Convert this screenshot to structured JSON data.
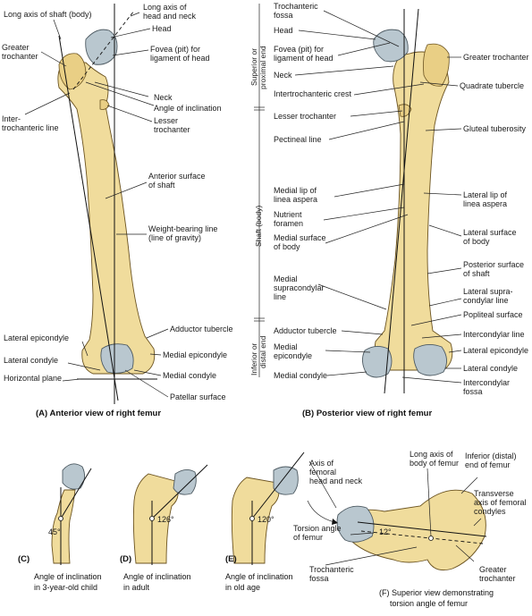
{
  "panels": {
    "A": {
      "caption": "(A) Anterior view of right femur"
    },
    "B": {
      "caption": "(B) Posterior view of right femur"
    },
    "C": {
      "caption_line1": "Angle of inclination",
      "caption_line2": "in 3-year-old child",
      "angle": "45°"
    },
    "D": {
      "caption_line1": "Angle of inclination",
      "caption_line2": "in adult",
      "angle": "126°"
    },
    "E": {
      "caption_line1": "Angle of inclination",
      "caption_line2": "in old age",
      "angle": "120°"
    },
    "F": {
      "caption_line1": "(F) Superior view demonstrating",
      "caption_line2": "torsion angle of femur",
      "angle": "12°"
    }
  },
  "labels_a": {
    "long_axis_shaft": "Long axis of shaft (body)",
    "long_axis_head_1": "Long axis of",
    "long_axis_head_2": "head and neck",
    "head": "Head",
    "greater_troch_1": "Greater",
    "greater_troch_2": "trochanter",
    "fovea_1": "Fovea (pit) for",
    "fovea_2": "ligament of head",
    "neck": "Neck",
    "angle_incl": "Angle of inclination",
    "intertroch_1": "Inter-",
    "intertroch_2": "trochanteric line",
    "lesser_troch_1": "Lesser",
    "lesser_troch_2": "trochanter",
    "anterior_surface_1": "Anterior surface",
    "anterior_surface_2": "of shaft",
    "weight_line_1": "Weight-bearing line",
    "weight_line_2": "(line of gravity)",
    "adductor_tubercle": "Adductor tubercle",
    "lateral_epicondyle": "Lateral epicondyle",
    "medial_epicondyle": "Medial epicondyle",
    "lateral_condyle": "Lateral condyle",
    "medial_condyle": "Medial condyle",
    "horizontal_plane": "Horizontal plane",
    "patellar_surface": "Patellar surface"
  },
  "labels_b": {
    "troch_fossa_1": "Trochanteric",
    "troch_fossa_2": "fossa",
    "head": "Head",
    "fovea_1": "Fovea (pit) for",
    "fovea_2": "ligament of head",
    "greater_troch": "Greater trochanter",
    "neck": "Neck",
    "quadrate_tubercle": "Quadrate tubercle",
    "intertroch_crest": "Intertrochanteric crest",
    "lesser_troch": "Lesser trochanter",
    "gluteal_tuberosity": "Gluteal tuberosity",
    "pectineal_line": "Pectineal line",
    "medial_lip_1": "Medial lip of",
    "medial_lip_2": "linea aspera",
    "lateral_lip_1": "Lateral lip of",
    "lateral_lip_2": "linea aspera",
    "nutrient_1": "Nutrient",
    "nutrient_2": "foramen",
    "lateral_surface_1": "Lateral surface",
    "lateral_surface_2": "of body",
    "medial_surface_1": "Medial surface",
    "medial_surface_2": "of body",
    "posterior_surface_1": "Posterior surface",
    "posterior_surface_2": "of shaft",
    "medial_supra_1": "Medial",
    "medial_supra_2": "supracondylar",
    "medial_supra_3": "line",
    "lateral_supra_1": "Lateral supra-",
    "lateral_supra_2": "condylar line",
    "popliteal": "Popliteal surface",
    "adductor_tubercle": "Adductor tubercle",
    "intercondylar_line": "Intercondylar line",
    "medial_epicondyle_1": "Medial",
    "medial_epicondyle_2": "epicondyle",
    "lateral_epicondyle": "Lateral epicondyle",
    "lateral_condyle": "Lateral condyle",
    "medial_condyle": "Medial condyle",
    "intercondylar_fossa_1": "Intercondylar",
    "intercondylar_fossa_2": "fossa",
    "side_superior_1": "Superior or",
    "side_superior_2": "proximal end",
    "side_shaft": "Shaft (body)",
    "side_inferior_1": "Inferior or",
    "side_inferior_2": "distal end"
  },
  "labels_f": {
    "axis_head_1": "Axis of",
    "axis_head_2": "femoral",
    "axis_head_3": "head and neck",
    "long_axis_body_1": "Long axis of",
    "long_axis_body_2": "body of femur",
    "inferior_end_1": "Inferior (distal)",
    "inferior_end_2": "end of femur",
    "transverse_1": "Transverse",
    "transverse_2": "axis of femoral",
    "transverse_3": "condyles",
    "torsion_1": "Torsion angle",
    "torsion_2": "of femur",
    "troch_fossa_1": "Trochanteric",
    "troch_fossa_2": "fossa",
    "greater_troch_1": "Greater",
    "greater_troch_2": "trochanter"
  },
  "colors": {
    "bone": "#f0dc9c",
    "bone_outline": "#6b5320",
    "articular_cartilage": "#b9c7cf"
  }
}
